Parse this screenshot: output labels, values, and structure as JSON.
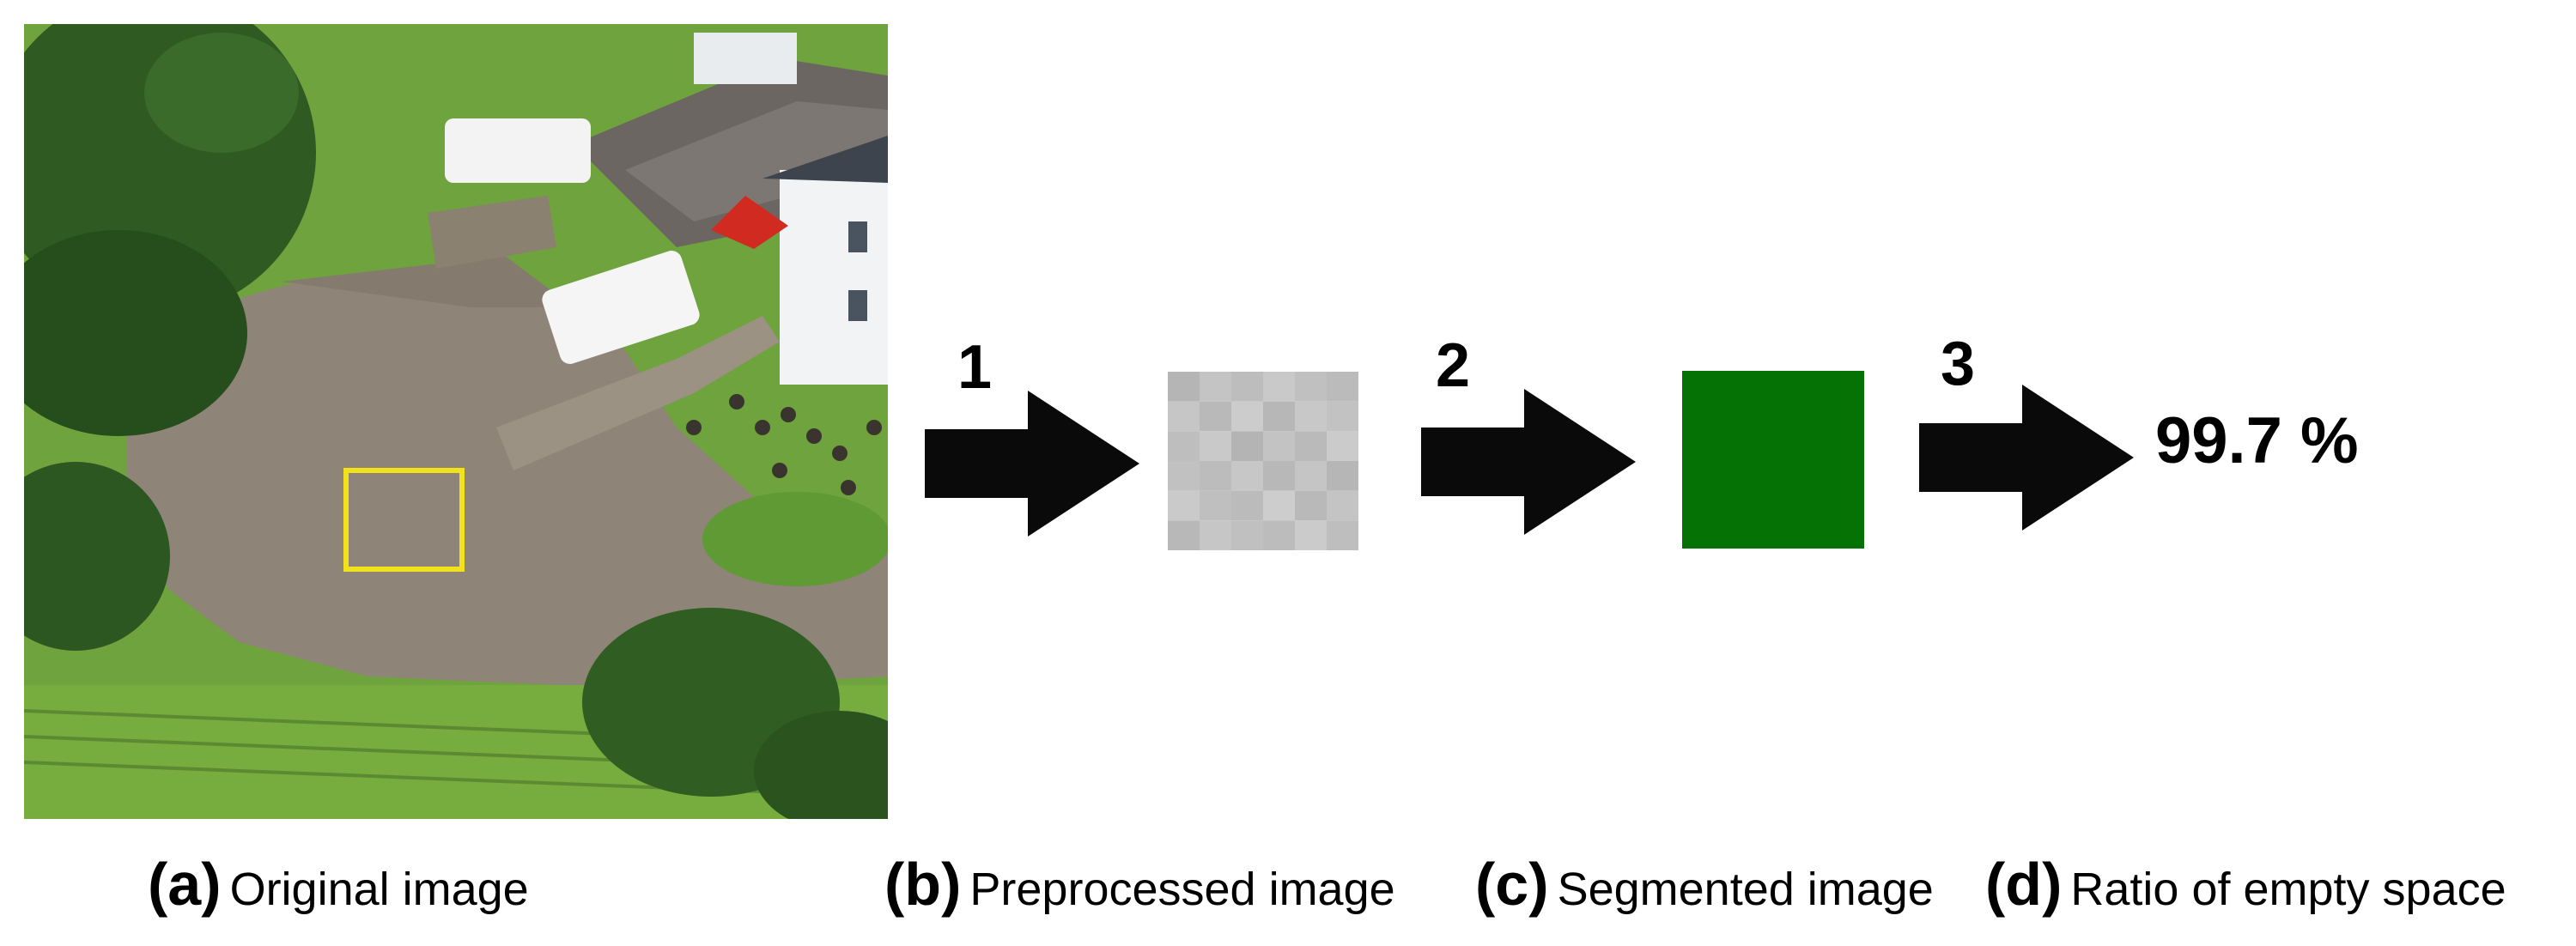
{
  "steps": [
    "1",
    "2",
    "3"
  ],
  "result": {
    "ratio_text": "99.7 %"
  },
  "captions": [
    {
      "letter": "(a)",
      "text": "Original image"
    },
    {
      "letter": "(b)",
      "text": "Preprocessed image"
    },
    {
      "letter": "(c)",
      "text": "Segmented image"
    },
    {
      "letter": "(d)",
      "text": "Ratio of empty space"
    }
  ],
  "colors": {
    "segmented_empty": "#057205",
    "selection_box": "#f2e21c",
    "arrow": "#0a0a0a"
  },
  "icons": {
    "arrow": "right-arrow-icon"
  }
}
